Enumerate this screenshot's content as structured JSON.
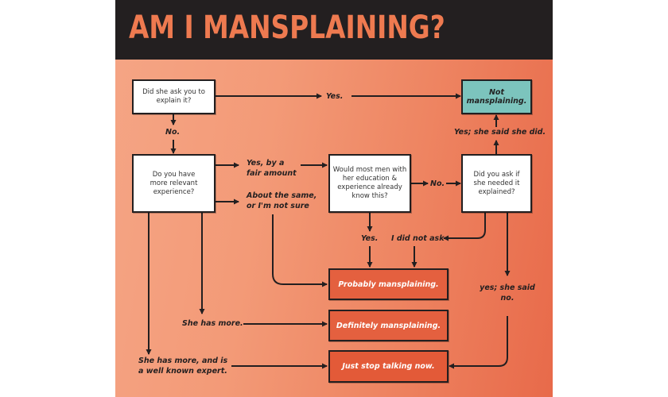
{
  "title": "AM I MANSPLAINING?",
  "colors": {
    "header_bg": "#231f20",
    "title": "#ee7a50",
    "teal": "#7cc4bd",
    "result_red": "#e4603f",
    "line": "#231f20"
  },
  "boxes": {
    "q1": "Did she ask you to explain it?",
    "q2": "Do you have more relevant experience?",
    "q3": "Would most men with her education & experience already know this?",
    "q4": "Did you ask if she needed it explained?",
    "not": "Not mansplaining.",
    "probably": "Probably mansplaining.",
    "definitely": "Definitely mansplaining.",
    "stop": "Just stop talking now."
  },
  "labels": {
    "q1_yes": "Yes.",
    "q1_no": "No.",
    "q2_fair": "Yes, by a fair amount",
    "q2_same": "About the same, or I'm not sure",
    "q3_no": "No.",
    "q3_yes": "Yes.",
    "q4_did": "Yes; she said she did.",
    "q4_not_ask": "I did not ask",
    "q4_no": "yes; she said no.",
    "she_more": "She has more.",
    "she_expert": "She has more, and is a well known expert."
  }
}
